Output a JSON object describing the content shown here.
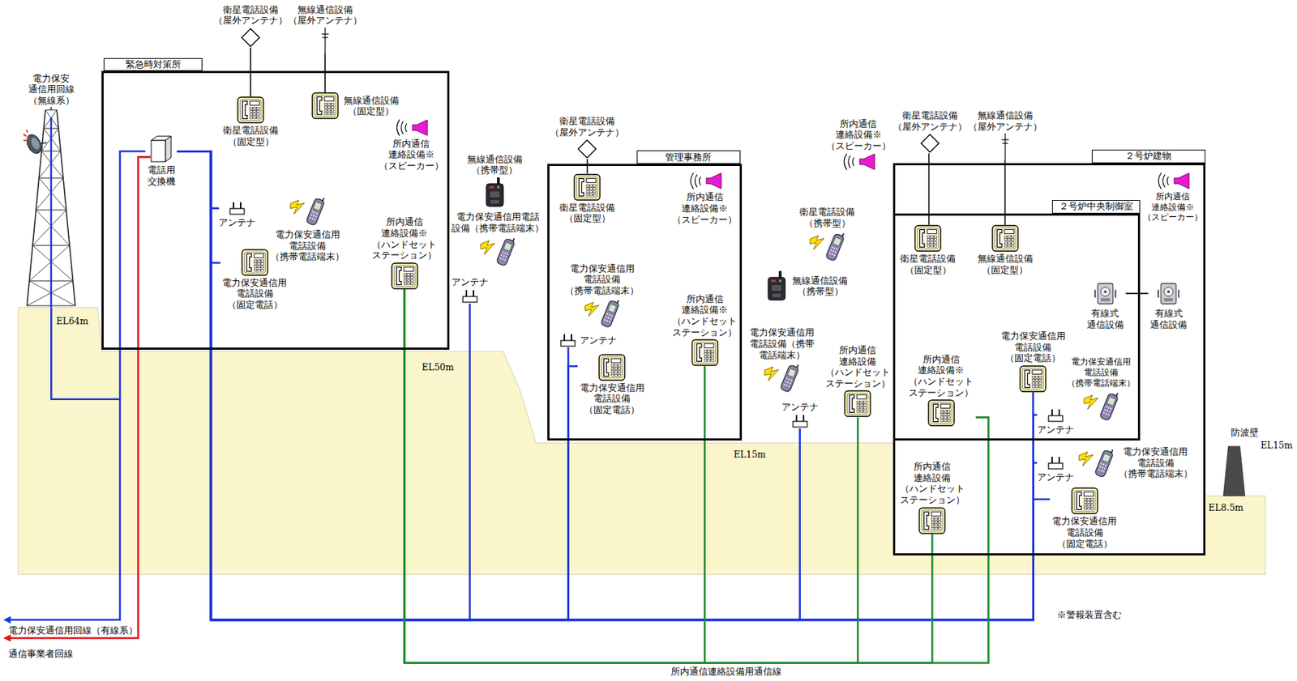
{
  "diagram": {
    "nodes": [
      {
        "text": [
          "電力保安 通信用回線 （無線系）"
        ]
      },
      {
        "text": [
          "緊急時対策所"
        ]
      },
      {
        "text": [
          "電話用 交換機"
        ],
        "in": 1
      },
      {
        "text": [
          "衛星電話設備 （屋外アンテナ）"
        ]
      },
      {
        "text": [
          "無線通信設備 （屋外アンテナ）"
        ]
      },
      {
        "text": [
          "衛星電話設備 （固定型）"
        ],
        "in": 1
      },
      {
        "text": [
          "無線通信設備 （固定型）"
        ],
        "in": 1
      },
      {
        "text": [
          "所内通信 連絡設備※ （スピーカー）"
        ],
        "in": 1
      },
      {
        "text": [
          "アンテナ"
        ],
        "in": 1
      },
      {
        "text": [
          "電力保安通信用 電話設備 （携帯電話端末）"
        ],
        "in": 1
      },
      {
        "text": [
          "電力保安通信用 電話設備 （固定電話）"
        ],
        "in": 1
      },
      {
        "text": [
          "所内通信 連絡設備※ （ハンドセット ステーション）"
        ],
        "in": 1
      },
      {
        "text": [
          "無線通信設備 （携帯型）"
        ]
      },
      {
        "text": [
          "電力保安通信用電話 設備（携帯電話端末）"
        ]
      },
      {
        "text": [
          "アンテナ"
        ]
      },
      {
        "text": [
          "管理事務所"
        ]
      },
      {
        "text": [
          "衛星電話設備 （屋外アンテナ）"
        ]
      },
      {
        "text": [
          "衛星電話設備 （固定型）"
        ],
        "in": 15
      },
      {
        "text": [
          "所内通信 連絡設備※ （スピーカー）"
        ],
        "in": 15
      },
      {
        "text": [
          "電力保安通信用 電話設備 （携帯電話端末）"
        ],
        "in": 15
      },
      {
        "text": [
          "アンテナ"
        ],
        "in": 15
      },
      {
        "text": [
          "電力保安通信用 電話設備 （固定電話）"
        ],
        "in": 15
      },
      {
        "text": [
          "所内通信 連絡設備※ （ハンドセット ステーション）"
        ],
        "in": 15
      },
      {
        "text": [
          "所内通信 連絡設備※ （スピーカー）"
        ]
      },
      {
        "text": [
          "衛星電話設備 （屋外アンテナ）"
        ]
      },
      {
        "text": [
          "無線通信設備 （屋外アンテナ）"
        ]
      },
      {
        "text": [
          "衛星電話設備 （携帯型）"
        ]
      },
      {
        "text": [
          "無線通信設備 （携帯型）"
        ]
      },
      {
        "text": [
          "電力保安通信用 電話設備（携帯 電話端末）"
        ]
      },
      {
        "text": [
          "アンテナ"
        ]
      },
      {
        "text": [
          "所内通信 連絡設備 （ハンドセット ステーション）"
        ]
      },
      {
        "text": [
          "２号炉建物"
        ]
      },
      {
        "text": [
          "２号炉中央制御室"
        ],
        "in": 31
      },
      {
        "text": [
          "所内通信 連絡設備※ （スピーカー）"
        ],
        "in": 31
      },
      {
        "text": [
          "衛星電話設備 （固定型）"
        ],
        "in": 32
      },
      {
        "text": [
          "無線通信設備 （固定型）"
        ],
        "in": 32
      },
      {
        "text": [
          "有線式 通信設備"
        ],
        "in": 32
      },
      {
        "text": [
          "有線式 通信設備"
        ],
        "in": 31
      },
      {
        "text": [
          "所内通信 連絡設備※ （ハンドセット ステーション）"
        ],
        "in": 32
      },
      {
        "text": [
          "電力保安通信用 電話設備 （固定電話）"
        ],
        "in": 32
      },
      {
        "text": [
          "電力保安通信用 電話設備 （携帯電話端末）"
        ],
        "in": 32
      },
      {
        "text": [
          "アンテナ"
        ],
        "in": 32
      },
      {
        "text": [
          "アンテナ"
        ],
        "in": 31
      },
      {
        "text": [
          "電力保安通信用 電話設備 （携帯電話端末）"
        ],
        "in": 31
      },
      {
        "text": [
          "電力保安通信用 電話設備 （固定電話）"
        ],
        "in": 31
      },
      {
        "text": [
          "所内通信 連絡設備 （ハンドセット ステーション）"
        ],
        "in": 31
      }
    ],
    "edges": [
      {
        "from": 0,
        "to": 2,
        "arrow": "none"
      },
      {
        "from": 3,
        "to": 5,
        "arrow": "none"
      },
      {
        "from": 4,
        "to": 6,
        "arrow": "none"
      },
      {
        "from": 16,
        "to": 17,
        "arrow": "none"
      },
      {
        "from": 24,
        "to": 34,
        "arrow": "none"
      },
      {
        "from": 25,
        "to": 35,
        "arrow": "none"
      },
      {
        "from": 2,
        "to": 8,
        "arrow": "none"
      },
      {
        "from": 2,
        "to": 10,
        "arrow": "none"
      },
      {
        "from": 2,
        "to": 14,
        "arrow": "none"
      },
      {
        "from": 2,
        "to": 20,
        "arrow": "none"
      },
      {
        "from": 2,
        "to": 21,
        "arrow": "none"
      },
      {
        "from": 2,
        "to": 29,
        "arrow": "none"
      },
      {
        "from": 2,
        "to": 39,
        "arrow": "none"
      },
      {
        "from": 2,
        "to": 41,
        "arrow": "none"
      },
      {
        "from": 2,
        "to": 42,
        "arrow": "none"
      },
      {
        "from": 2,
        "to": 44,
        "arrow": "none"
      },
      {
        "from": 11,
        "to": 22,
        "arrow": "none"
      },
      {
        "from": 11,
        "to": 30,
        "arrow": "none"
      },
      {
        "from": 11,
        "to": 38,
        "arrow": "none"
      },
      {
        "from": 11,
        "to": 45,
        "arrow": "none"
      },
      {
        "from": 36,
        "to": 37,
        "arrow": "none"
      }
    ],
    "labels": [
      "EL64m",
      "EL50m",
      "EL15m",
      "防波壁",
      "EL15m",
      "EL8.5m",
      "※警報装置含む",
      "所内通信連絡設備用通信線",
      "電力保安通信用回線（有線系）",
      "通信事業者回線"
    ]
  }
}
